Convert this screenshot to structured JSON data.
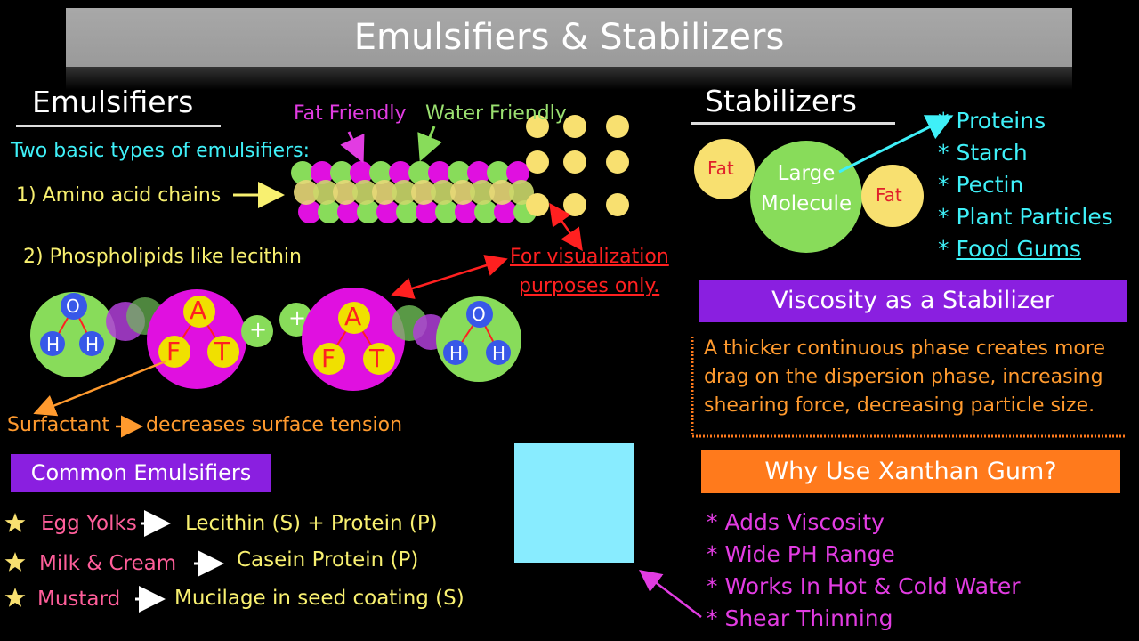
{
  "title": "Emulsifiers & Stabilizers",
  "emulsifiers": {
    "heading": "Emulsifiers",
    "fat_friendly": "Fat Friendly",
    "water_friendly": "Water Friendly",
    "two_types": "Two basic types of emulsifiers:",
    "type1": "1) Amino acid chains",
    "type2": "2) Phospholipids like lecithin",
    "visualization_line1": "For visualization",
    "visualization_line2": "purposes only.",
    "molecule_letters": {
      "o": "O",
      "h": "H",
      "a": "A",
      "f": "F",
      "t": "T",
      "plus": "+"
    },
    "surfactant": "Surfactant",
    "surfactant_desc": "decreases surface tension"
  },
  "common": {
    "title": "Common Emulsifiers",
    "items": [
      {
        "name": "Egg Yolks",
        "desc": "Lecithin (S) + Protein (P)"
      },
      {
        "name": "Milk & Cream",
        "desc": "Casein Protein (P)"
      },
      {
        "name": "Mustard",
        "desc": "Mucilage in seed coating (S)"
      }
    ]
  },
  "stabilizers": {
    "heading": "Stabilizers",
    "fat": "Fat",
    "large_molecule_line1": "Large",
    "large_molecule_line2": "Molecule",
    "list": [
      "* Proteins",
      "* Starch",
      "* Pectin",
      "* Plant Particles"
    ],
    "food_gums": "Food Gums",
    "food_gums_prefix": "* "
  },
  "viscosity": {
    "title": "Viscosity as a Stabilizer",
    "lines": [
      "A thicker continuous phase creates more",
      "drag on the dispersion phase, increasing",
      "shearing force, decreasing particle size."
    ]
  },
  "xanthan": {
    "title": "Why Use Xanthan Gum?",
    "items": [
      "* Adds Viscosity",
      "* Wide PH Range",
      "* Works In Hot & Cold Water",
      "* Shear Thinning"
    ]
  },
  "colors": {
    "cyan": "#3ff0f8",
    "purple": "#8a1fe0",
    "orange_box": "#ff7a1c",
    "magenta": "#e010e0",
    "green": "#88dc5a",
    "fat_yellow": "#f8e070",
    "light_blue": "#88ecff"
  }
}
